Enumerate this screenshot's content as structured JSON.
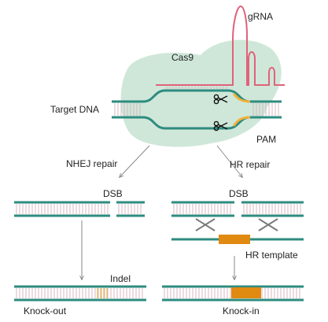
{
  "labels": {
    "grna": "gRNA",
    "cas9": "Cas9",
    "target_dna": "Target DNA",
    "pam": "PAM",
    "nhej_repair": "NHEJ repair",
    "hr_repair": "HR repair",
    "dsb_left": "DSB",
    "dsb_right": "DSB",
    "hr_template": "HR template",
    "indel": "Indel",
    "knock_out": "Knock-out",
    "knock_in": "Knock-in"
  },
  "colors": {
    "dna_strand": "#2e8b7f",
    "rung": "#d7b7c0",
    "grna": "#e0627a",
    "cas9": "#cfe7d9",
    "pam": "#f0b23c",
    "template": "#e08a12",
    "arrow": "#8a8a8a",
    "cross": "#7a7a7a"
  }
}
